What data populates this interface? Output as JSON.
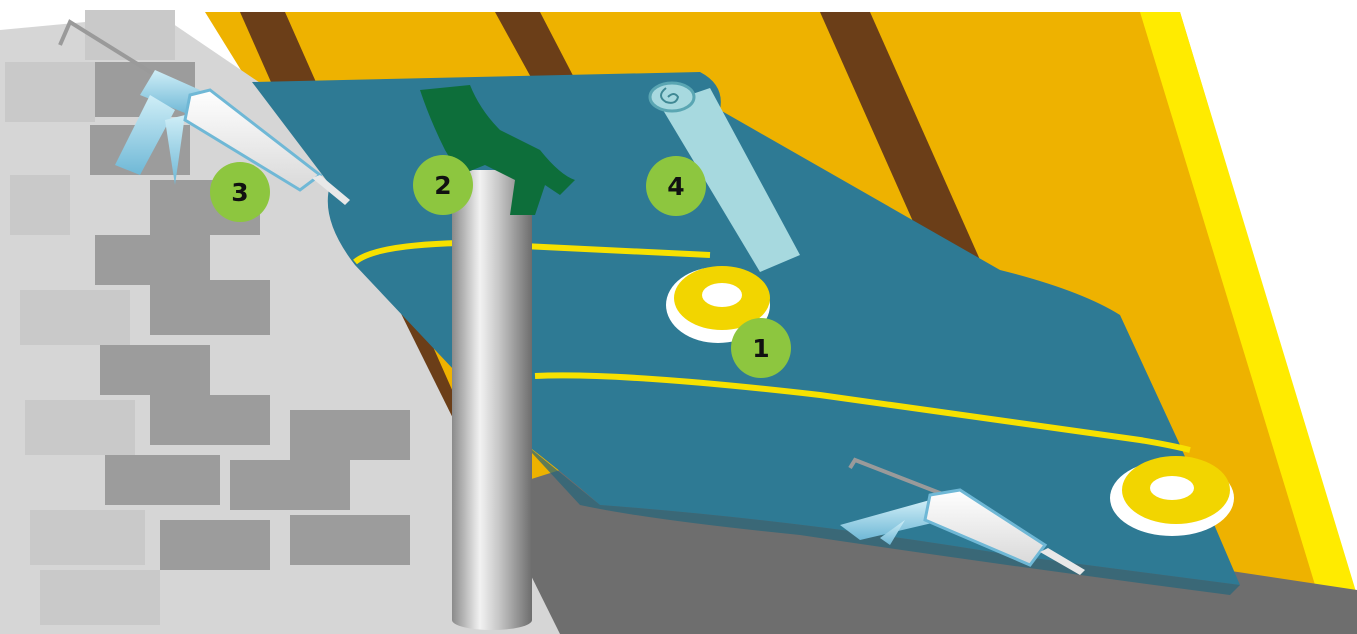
{
  "colors": {
    "insulation": "#EEB200",
    "insulation_edge": "#FFEB00",
    "rafter": "#6B3E18",
    "membrane": "#2E7A94",
    "membrane_dark": "#24657B",
    "wall": "#D6D6D6",
    "brick_light": "#C9C9C9",
    "brick_dark": "#9C9C9C",
    "floor": "#6E6E6E",
    "tape": "#F7E100",
    "seal_ring": "#F2D500",
    "pipe": "#BDBDBD",
    "collar": "#0D6E3A",
    "roll": "#A7D9DF",
    "caulk_gun": "#8FD0E6",
    "badge": "#8DC63F"
  },
  "labels": [
    {
      "id": "1",
      "text": "1"
    },
    {
      "id": "2",
      "text": "2"
    },
    {
      "id": "3",
      "text": "3"
    },
    {
      "id": "4",
      "text": "4"
    }
  ],
  "items": {
    "seal_ring_icon": "tape-ring",
    "pipe_collar_icon": "pipe-collar",
    "caulk_gun_icon": "sealant-gun",
    "membrane_roll_icon": "membrane-roll"
  }
}
